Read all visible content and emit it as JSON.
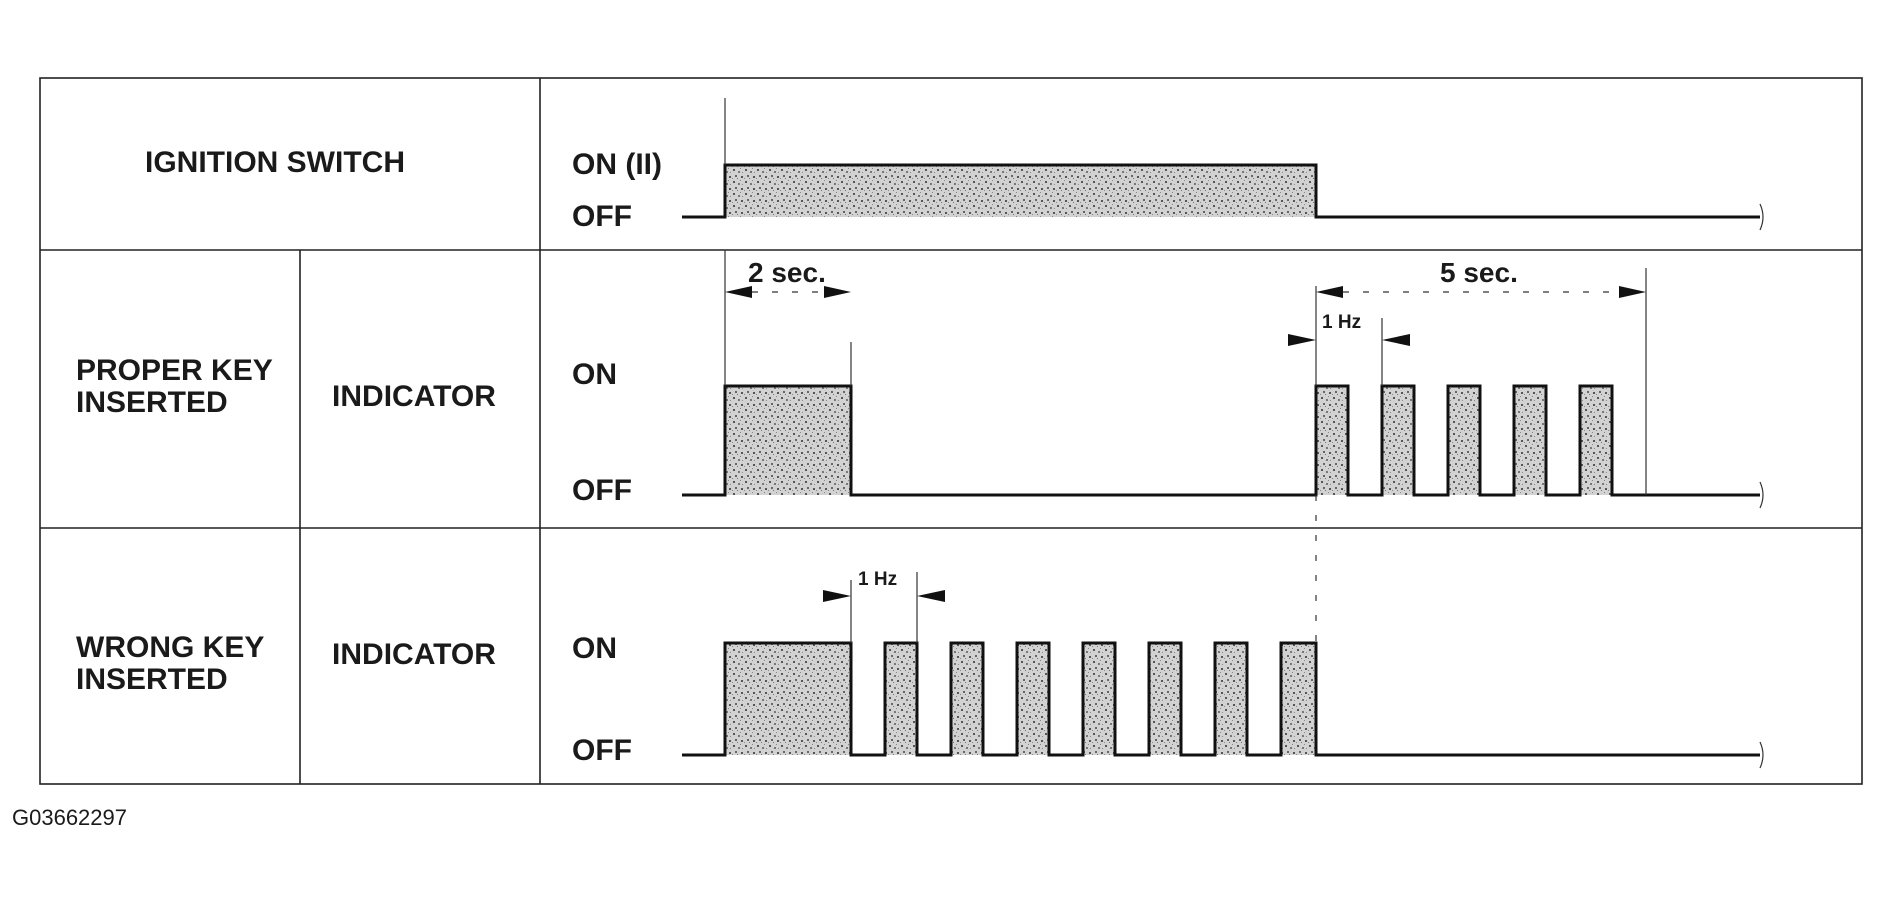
{
  "rows": {
    "ignition": {
      "label": "IGNITION SWITCH",
      "on_label": "ON (II)",
      "off_label": "OFF"
    },
    "proper": {
      "label_line1": "PROPER KEY",
      "label_line2": "INSERTED",
      "signal": "INDICATOR",
      "on_label": "ON",
      "off_label": "OFF"
    },
    "wrong": {
      "label_line1": "WRONG KEY",
      "label_line2": "INSERTED",
      "signal": "INDICATOR",
      "on_label": "ON",
      "off_label": "OFF"
    }
  },
  "annotations": {
    "two_sec": "2 sec.",
    "five_sec": "5 sec.",
    "proper_hz": "1 Hz",
    "wrong_hz": "1 Hz"
  },
  "figure_code": "G03662297",
  "colors": {
    "line": "#111111",
    "fill": "#b8b8b8",
    "grid": "#222222"
  }
}
